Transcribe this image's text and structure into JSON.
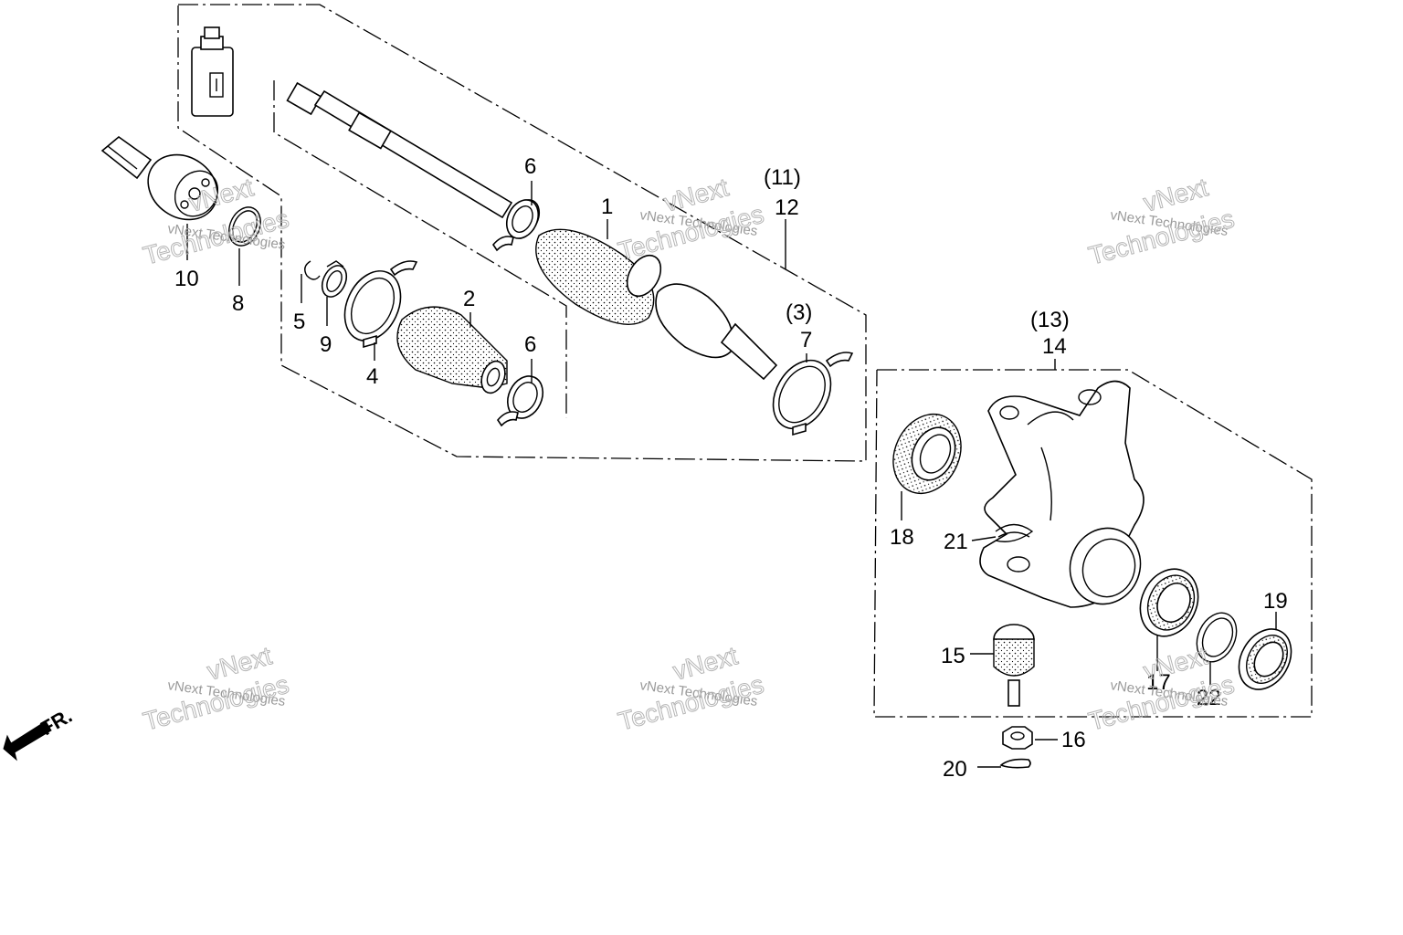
{
  "callouts": {
    "c1": "1",
    "c2": "2",
    "c4": "4",
    "c5": "5",
    "c6a": "6",
    "c6b": "6",
    "c7": "7",
    "c8": "8",
    "c9": "9",
    "c10": "10",
    "c12": "12",
    "c14": "14",
    "c15": "15",
    "c16": "16",
    "c17": "17",
    "c18": "18",
    "c19": "19",
    "c20": "20",
    "c21": "21",
    "c22": "22"
  },
  "group_labels": {
    "g11": "(11)",
    "g3": "(3)",
    "g13": "(13)"
  },
  "direction": {
    "label": "FR."
  },
  "watermark": {
    "small": "vNext Technologies",
    "big": "Technologies",
    "top": "vNext"
  },
  "icons": [
    "grease-bottle-icon",
    "front-direction-arrow-icon"
  ]
}
